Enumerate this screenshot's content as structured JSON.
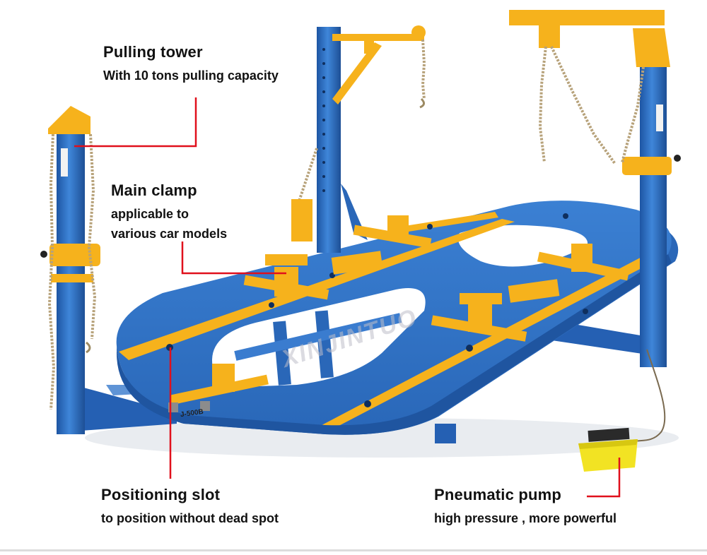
{
  "callouts": {
    "pulling_tower": {
      "title": "Pulling tower",
      "desc": "With 10 tons pulling capacity"
    },
    "main_clamp": {
      "title": "Main clamp",
      "desc_line1": "applicable to",
      "desc_line2": "various car models"
    },
    "positioning_slot": {
      "title": "Positioning slot",
      "desc": "to position without dead spot"
    },
    "pneumatic_pump": {
      "title": "Pneumatic pump",
      "desc": "high pressure , more powerful"
    }
  },
  "model_plate": "J-500B",
  "watermark": "XINJINTUO",
  "colors": {
    "frame_blue": "#2f74c9",
    "frame_dark": "#1c4f97",
    "accent_yellow": "#f6b21c",
    "leader_red": "#e0101c",
    "chain": "#b7a27a",
    "text": "#111111"
  }
}
